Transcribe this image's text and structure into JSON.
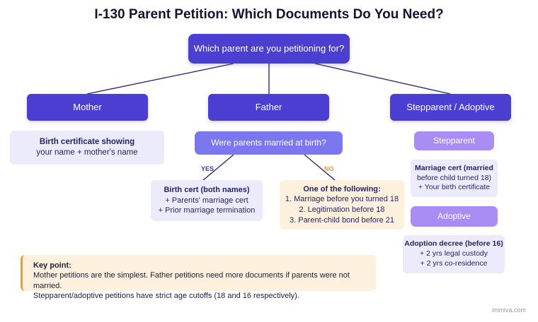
{
  "title": "I-130 Parent Petition: Which Documents Do You Need?",
  "root": "Which parent are you petitioning for?",
  "branches": {
    "mother": "Mother",
    "father": "Father",
    "step_adoptive": "Stepparent / Adoptive"
  },
  "mother_doc": {
    "line1": "Birth certificate showing",
    "line2": "your name + mother's name"
  },
  "father_question": "Were parents married at birth?",
  "yes_label": "YES",
  "no_label": "NO",
  "yes_doc": {
    "line1": "Birth cert (both names)",
    "line2": "+ Parents' marriage cert",
    "line3": "+ Prior marriage termination"
  },
  "no_doc": {
    "line1": "One of the following:",
    "line2": "1. Marriage before you turned 18",
    "line3": "2. Legitimation before 18",
    "line4": "3. Parent-child bond before 21"
  },
  "stepparent": {
    "label": "Stepparent",
    "line1": "Marriage cert (married",
    "line2": "before child turned 18)",
    "line3": "+ Your birth certificate"
  },
  "adoptive": {
    "label": "Adoptive",
    "line1": "Adoption decree (before 16)",
    "line2": "+ 2 yrs legal custody",
    "line3": "+ 2 yrs co-residence"
  },
  "key_point": {
    "title": "Key point:",
    "line1": "Mother petitions are the simplest. Father petitions need more documents if parents were not married.",
    "line2": "Stepparent/adoptive petitions have strict age cutoffs (18 and 16 respectively)."
  },
  "footer": "immiva.com",
  "colors": {
    "primary": "#4a3fd1",
    "question": "#7b77ee",
    "violet": "#a98cf4",
    "pale": "#ecebfb",
    "peach": "#fdf0dd",
    "accent_orange": "#f39a2e"
  }
}
